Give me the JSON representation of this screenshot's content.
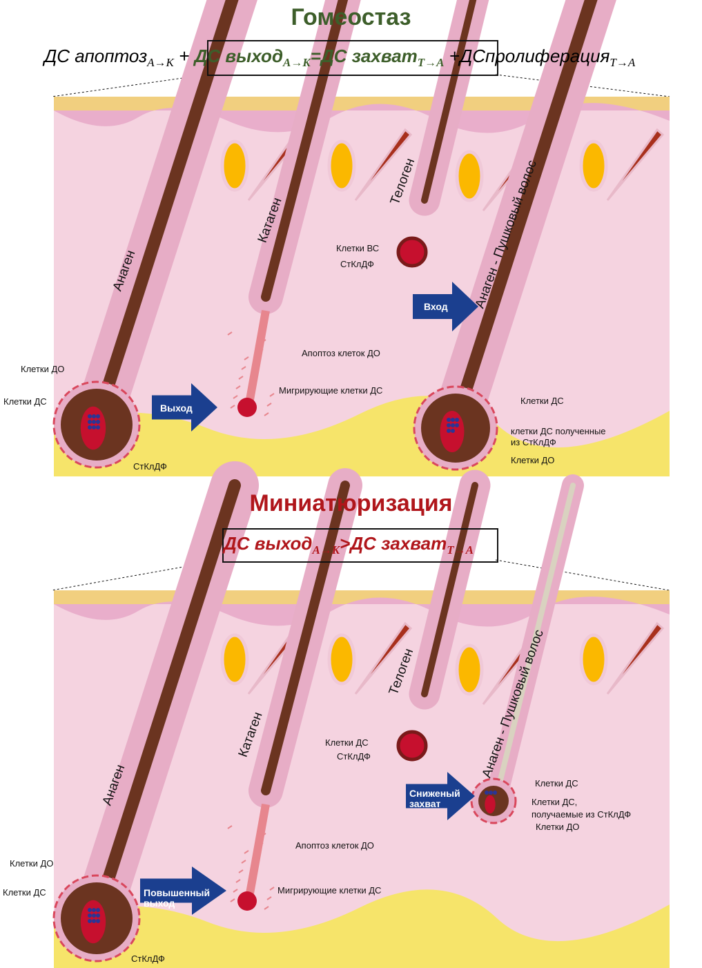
{
  "colors": {
    "homeostasis": "#3d5e2a",
    "miniaturization": "#b0161b",
    "skin": "#f5d3e0",
    "sheath": "#e7adc6",
    "hair": "#6b3420",
    "fat": "#f6e46a",
    "arrow": "#1b3f8f",
    "cell_red": "#c6102e",
    "cell_blue": "#2a3596"
  },
  "homeostasis": {
    "title": "Гомеостаз",
    "formula": {
      "t1": "ДС апоптоз",
      "s1": "A→K",
      "p1": "+",
      "t2": "ДС выход",
      "s2": "A→K",
      "eq": "=ДС захват",
      "s3": "T→A",
      "p2": "+ДСпролиферация",
      "s4": "T→A"
    },
    "stages": {
      "anagen": "Анаген",
      "catagen": "Катаген",
      "telogen": "Телоген",
      "vellus": "Анаген - Пушковый волос"
    },
    "arrows": {
      "exit": "Выход",
      "entry": "Вход"
    },
    "labels": {
      "do_cells": "Клетки ДО",
      "ds_cells": "Клетки ДС",
      "stkldf": "СтКлДФ",
      "apoptosis": "Апоптоз клеток ДО",
      "migrating": "Мигрирующие клетки ДС",
      "vs_cells": "Клетки ВС",
      "stkldf2": "СтКлДФ",
      "ds_cells2": "Клетки ДС",
      "derived1": "клетки ДС полученные",
      "derived2": "из СтКлДФ",
      "do_cells2": "Клетки ДО"
    }
  },
  "miniaturization": {
    "title": "Миниатюризация",
    "formula": {
      "t1": "ДС выход",
      "s1": "A→K",
      "gt": ">ДС захват",
      "s2": "T→A"
    },
    "stages": {
      "anagen": "Анаген",
      "catagen": "Катаген",
      "telogen": "Телоген",
      "vellus": "Анаген - Пушковый волос"
    },
    "arrows": {
      "exit": "Повышенный выход",
      "entry": "Сниженый захват"
    },
    "labels": {
      "do_cells": "Клетки ДО",
      "ds_cells": "Клетки ДС",
      "stkldf": "СтКлДФ",
      "apoptosis": "Апоптоз клеток ДО",
      "migrating": "Мигрирующие клетки ДС",
      "ds_cells_t": "Клетки ДС",
      "stkldf2": "СтКлДФ",
      "ds_cells2": "Клетки ДС",
      "derived1": "Клетки ДС,",
      "derived2": "получаемые из СтКлДФ",
      "do_cells2": "Клетки ДО"
    }
  }
}
